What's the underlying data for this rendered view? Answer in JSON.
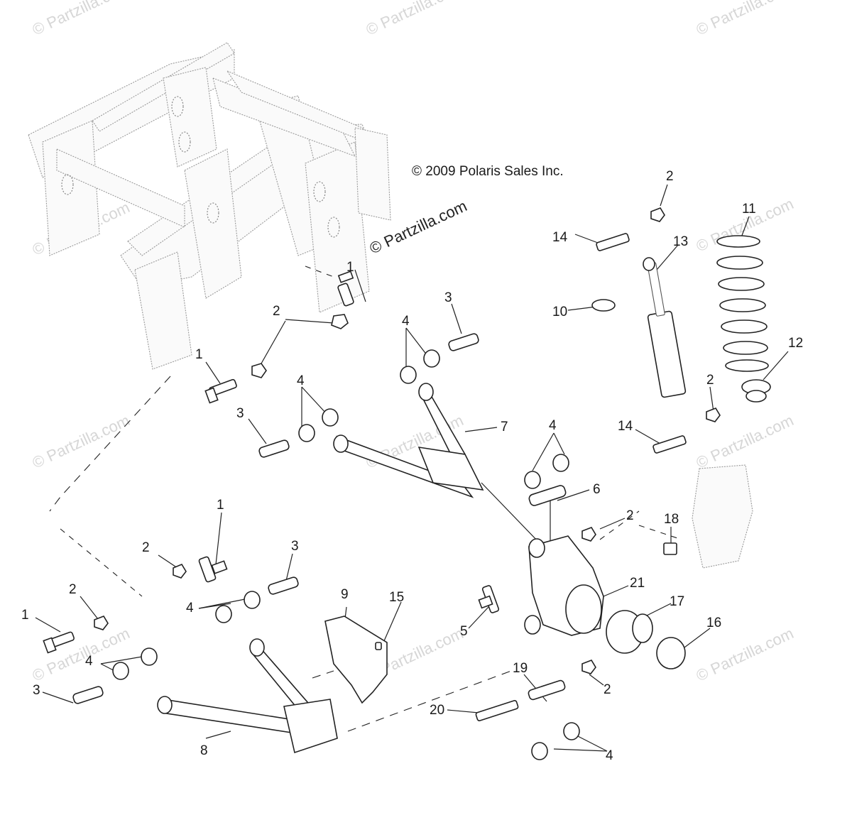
{
  "copyright": "© 2009 Polaris Sales Inc.",
  "watermark_text": "© Partzilla.com",
  "watermark_prominent": "© Partzilla.com",
  "callouts": [
    "1",
    "2",
    "3",
    "4",
    "5",
    "6",
    "7",
    "8",
    "9",
    "10",
    "11",
    "12",
    "13",
    "14",
    "15",
    "16",
    "17",
    "18",
    "19",
    "20",
    "21"
  ],
  "colors": {
    "line": "#222222",
    "watermark": "#d6d6d6",
    "background": "#ffffff"
  }
}
